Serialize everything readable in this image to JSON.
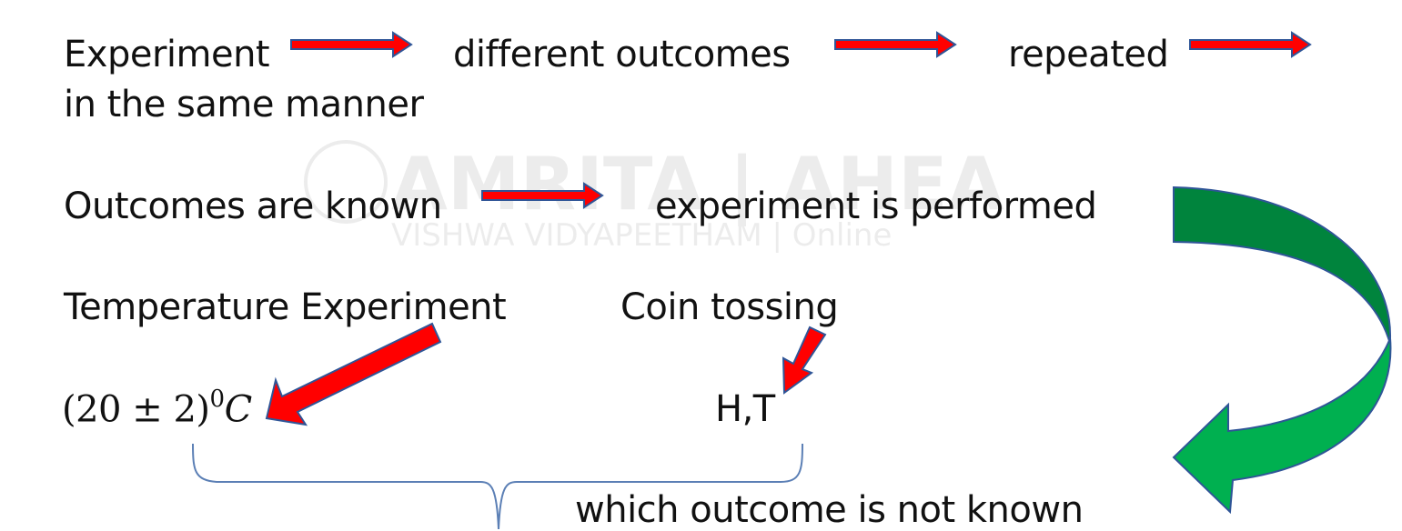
{
  "line1": {
    "experiment": "Experiment",
    "different_outcomes": "different outcomes",
    "repeated": "repeated",
    "same_manner": "in the same manner"
  },
  "line2": {
    "outcomes_known": "Outcomes are known",
    "performed": "experiment is performed"
  },
  "line3": {
    "temperature": "Temperature Experiment",
    "coin": "Coin tossing"
  },
  "line4": {
    "temp_base": "(20 ± 2)",
    "temp_exp": "0",
    "temp_unit": "C",
    "coin_outcomes": "H,T"
  },
  "brace_label": "which outcome is not known",
  "watermark": {
    "brand": "AMRITA | AHEAD",
    "sub": "VISHWA VIDYAPEETHAM | Online"
  },
  "colors": {
    "arrow_fill": "#ff0000",
    "arrow_outline": "#2f5597",
    "curved_arrow_dark": "#00843d",
    "curved_arrow_light": "#00b050",
    "brace": "#5b7fb5"
  }
}
